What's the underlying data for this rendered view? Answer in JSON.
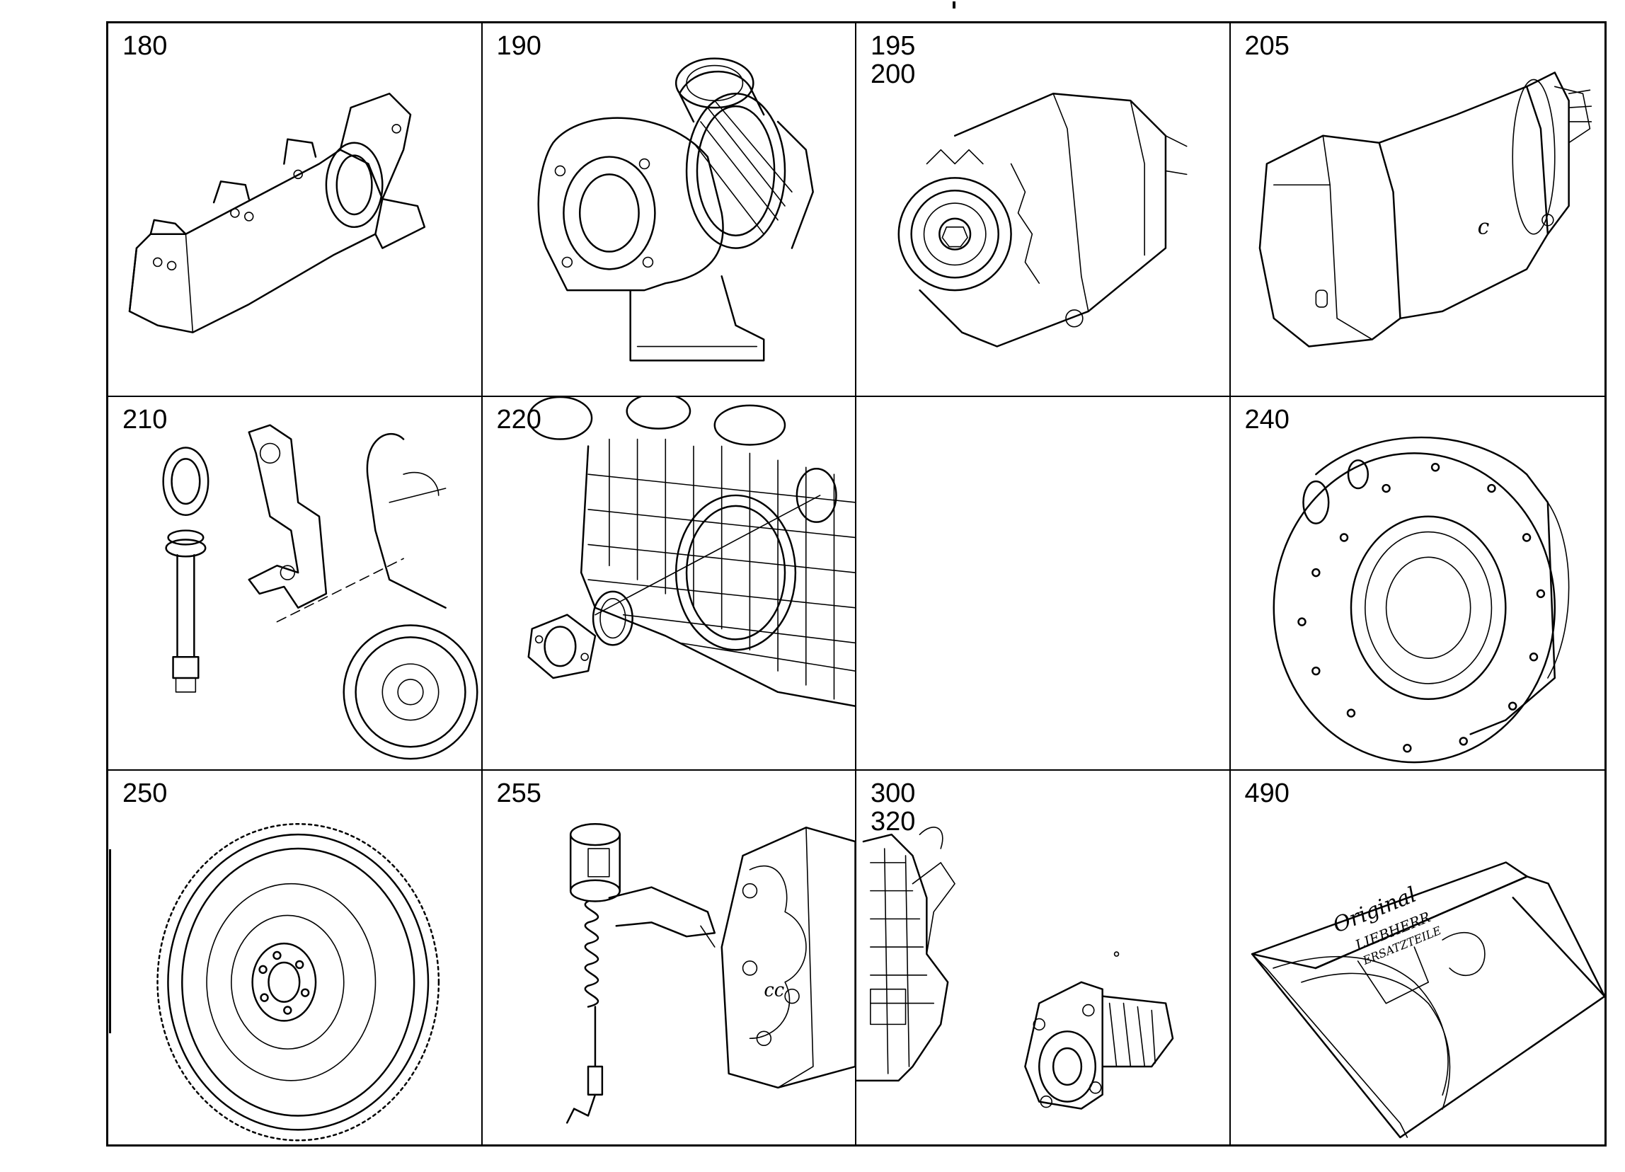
{
  "figure": {
    "cells": [
      {
        "label": "180",
        "part_icon": "exhaust-manifold-icon"
      },
      {
        "label": "190",
        "part_icon": "turbocharger-icon"
      },
      {
        "label": "195\n200",
        "part_icon": "alternator-icon"
      },
      {
        "label": "205",
        "part_icon": "starter-motor-icon"
      },
      {
        "label": "210",
        "part_icon": "lifting-eye-bracket-icon"
      },
      {
        "label": "220",
        "part_icon": "crankcase-seal-icon"
      },
      {
        "label": "",
        "part_icon": ""
      },
      {
        "label": "240",
        "part_icon": "flywheel-housing-icon"
      },
      {
        "label": "250",
        "part_icon": "flywheel-ring-gear-icon"
      },
      {
        "label": "255",
        "part_icon": "fuel-pump-shutoff-icon"
      },
      {
        "label": "300\n320",
        "part_icon": "injection-pump-icon"
      },
      {
        "label": "490",
        "part_icon": "parts-box-icon"
      }
    ],
    "box_text": [
      "Original",
      "LIEBHERR",
      "ERSATZTEILE"
    ]
  }
}
